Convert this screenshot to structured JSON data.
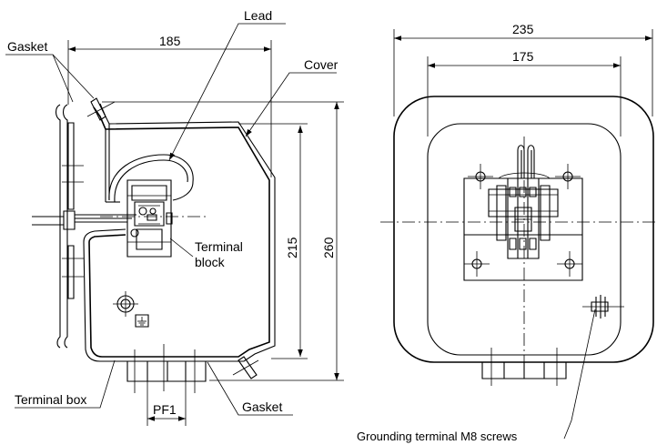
{
  "side_view": {
    "labels": {
      "gasket_top": "Gasket",
      "lead": "Lead",
      "cover": "Cover",
      "terminal_block_line1": "Terminal",
      "terminal_block_line2": "block",
      "terminal_box": "Terminal box",
      "gasket_bottom": "Gasket"
    },
    "dimensions": {
      "width": "185",
      "inner_height": "215",
      "outer_height": "260",
      "conduit": "PF1"
    }
  },
  "front_view": {
    "labels": {
      "grounding_terminal": "Grounding terminal M8 screws"
    },
    "dimensions": {
      "outer_width": "235",
      "inner_width": "175"
    }
  }
}
